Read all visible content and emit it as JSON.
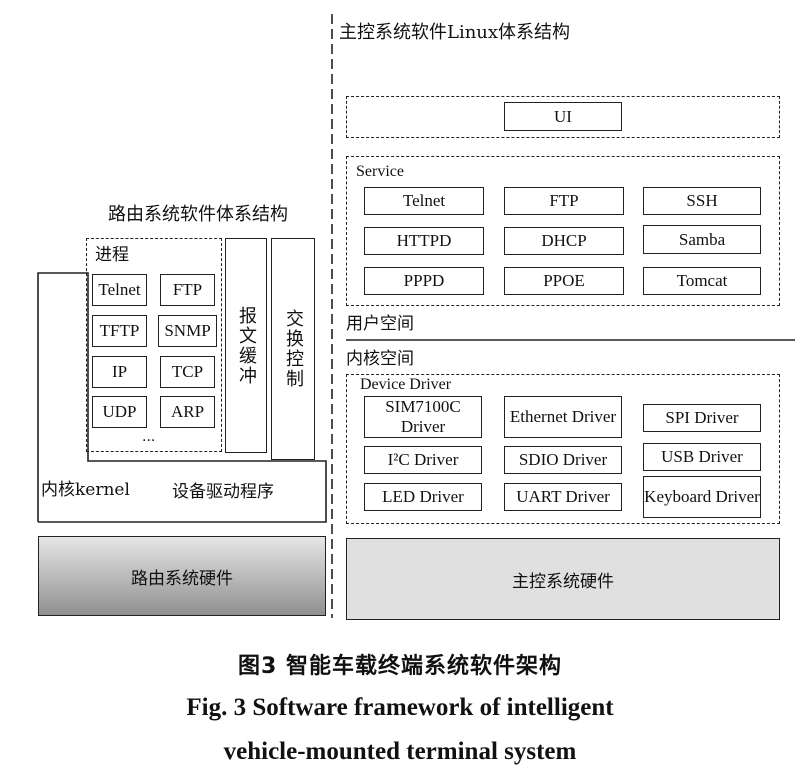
{
  "right_title": "主控系统软件Linux体系结构",
  "left_title": "路由系统软件体系结构",
  "process": {
    "label": "进程",
    "items": [
      "Telnet",
      "FTP",
      "TFTP",
      "SNMP",
      "IP",
      "TCP",
      "UDP",
      "ARP"
    ],
    "ellipsis": "..."
  },
  "buffer_label": "报文缓冲",
  "switch_label": "交换控制",
  "kernel_label": "内核kernel",
  "device_driver_cn": "设备驱动程序",
  "router_hw": "路由系统硬件",
  "ui_label": "UI",
  "service": {
    "label": "Service",
    "items": [
      "Telnet",
      "FTP",
      "SSH",
      "HTTPD",
      "DHCP",
      "Samba",
      "PPPD",
      "PPOE",
      "Tomcat"
    ]
  },
  "user_space": "用户空间",
  "kernel_space": "内核空间",
  "device_driver": {
    "label": "Device Driver",
    "items": [
      "SIM7100C Driver",
      "Ethernet Driver",
      "SPI Driver",
      "I²C Driver",
      "SDIO Driver",
      "USB Driver",
      "LED Driver",
      "UART Driver",
      "Keyboard Driver"
    ]
  },
  "main_hw": "主控系统硬件",
  "caption_cn": "图3  智能车载终端系统软件架构",
  "caption_en_1": "Fig. 3  Software framework of intelligent",
  "caption_en_2": "vehicle-mounted terminal system"
}
